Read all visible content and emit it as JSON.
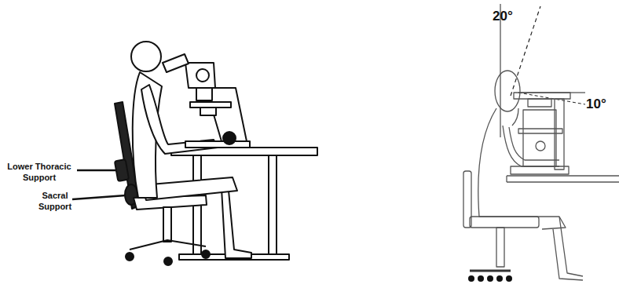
{
  "diagram": {
    "labels": [
      "Lower Thoracic Support",
      "Sacral Support",
      "20°",
      "10°"
    ]
  }
}
